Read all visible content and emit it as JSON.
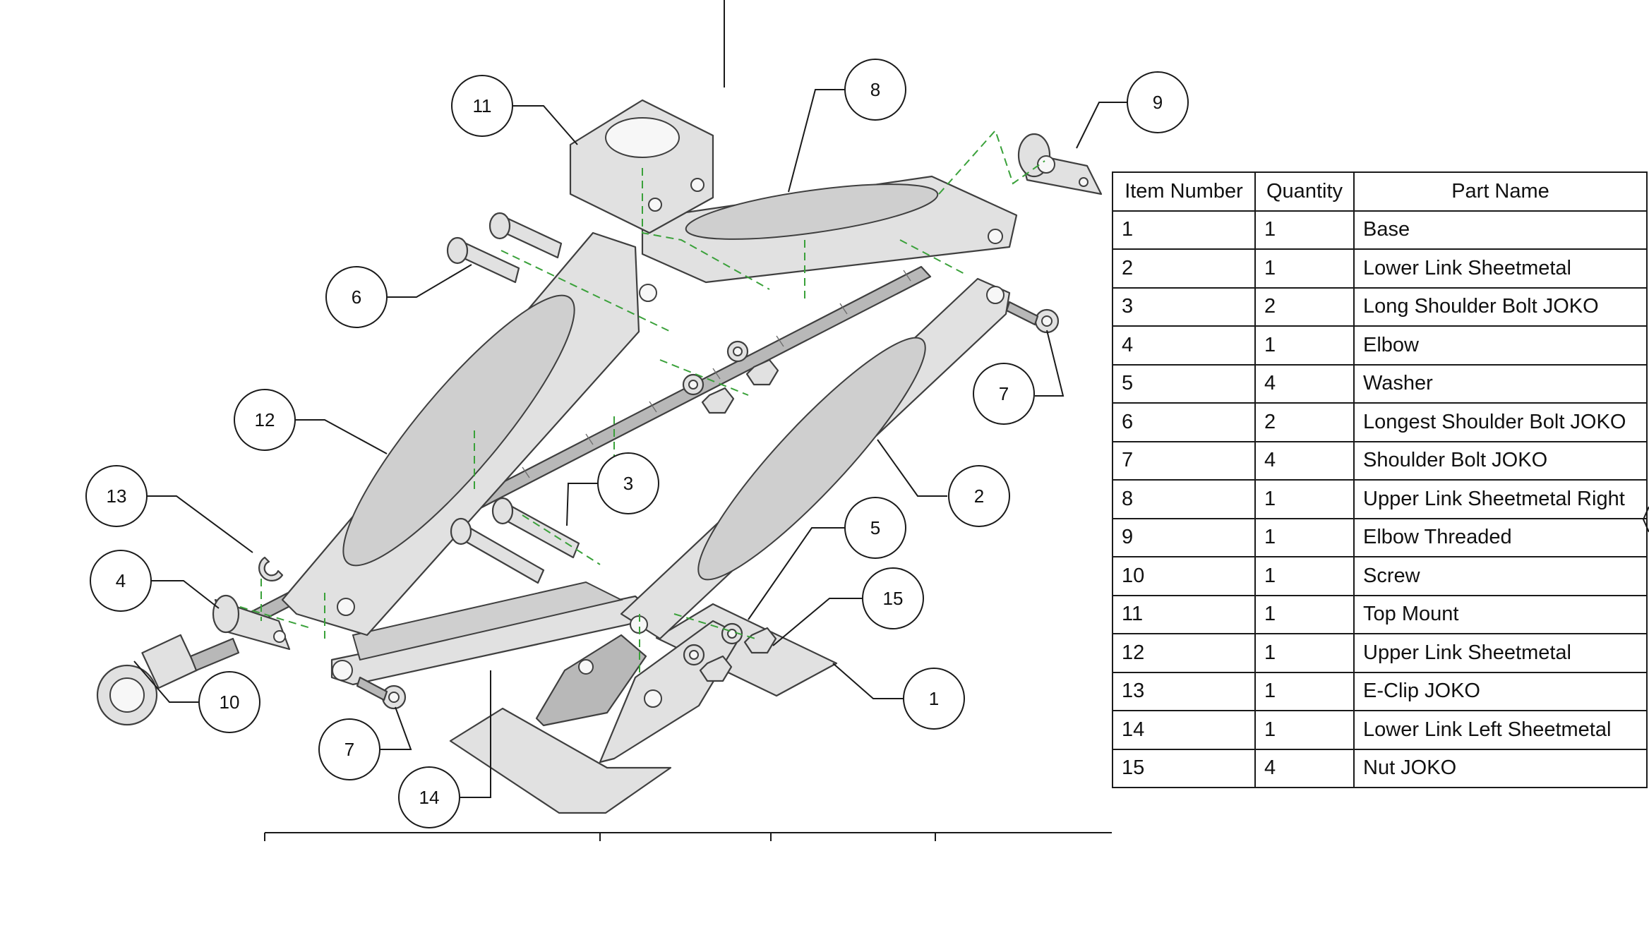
{
  "balloons": [
    "11",
    "8",
    "9",
    "6",
    "7",
    "12",
    "3",
    "2",
    "13",
    "5",
    "4",
    "15",
    "10",
    "1",
    "7",
    "14"
  ],
  "bom": {
    "headers": [
      "Item Number",
      "Quantity",
      "Part Name"
    ],
    "rows": [
      [
        "1",
        "1",
        "Base"
      ],
      [
        "2",
        "1",
        "Lower Link Sheetmetal"
      ],
      [
        "3",
        "2",
        "Long Shoulder Bolt JOKO"
      ],
      [
        "4",
        "1",
        "Elbow"
      ],
      [
        "5",
        "4",
        "Washer"
      ],
      [
        "6",
        "2",
        "Longest Shoulder Bolt JOKO"
      ],
      [
        "7",
        "4",
        "Shoulder Bolt JOKO"
      ],
      [
        "8",
        "1",
        "Upper Link Sheetmetal Right"
      ],
      [
        "9",
        "1",
        "Elbow Threaded"
      ],
      [
        "10",
        "1",
        "Screw"
      ],
      [
        "11",
        "1",
        "Top Mount"
      ],
      [
        "12",
        "1",
        "Upper Link Sheetmetal"
      ],
      [
        "13",
        "1",
        "E-Clip JOKO"
      ],
      [
        "14",
        "1",
        "Lower Link Left Sheetmetal"
      ],
      [
        "15",
        "4",
        "Nut JOKO"
      ]
    ]
  },
  "colors": {
    "line": "#1a1a1a",
    "part_fill": "#e1e1e1",
    "hidden_line": "#3aa13a"
  }
}
